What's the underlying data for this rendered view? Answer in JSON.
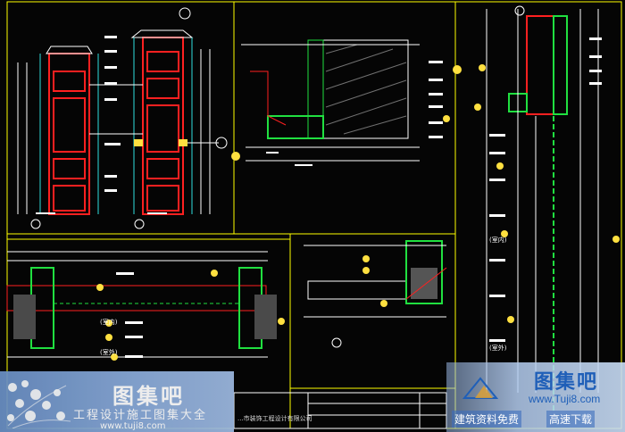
{
  "watermark_left": {
    "brand": "图集吧",
    "slogan": "工程设计施工图集大全",
    "url": "www.tuji8.com"
  },
  "watermark_right": {
    "brand": "图集吧",
    "url": "www.Tuji8.com",
    "tag_free": "建筑资料免费",
    "tag_download": "高速下载"
  },
  "title_block": {
    "company": "...市装饰工程设计有限公司"
  },
  "drawing_labels": {
    "room_a": "(室内)",
    "room_b": "(室外)",
    "room_c": "(室内)",
    "room_d": "(室外)"
  },
  "colors": {
    "background": "#050505",
    "frame": "#ffff00",
    "red": "#ff2020",
    "green": "#20e040",
    "cyan": "#30e0e0",
    "white": "#ffffff",
    "dim_white": "#d8d8d8"
  }
}
